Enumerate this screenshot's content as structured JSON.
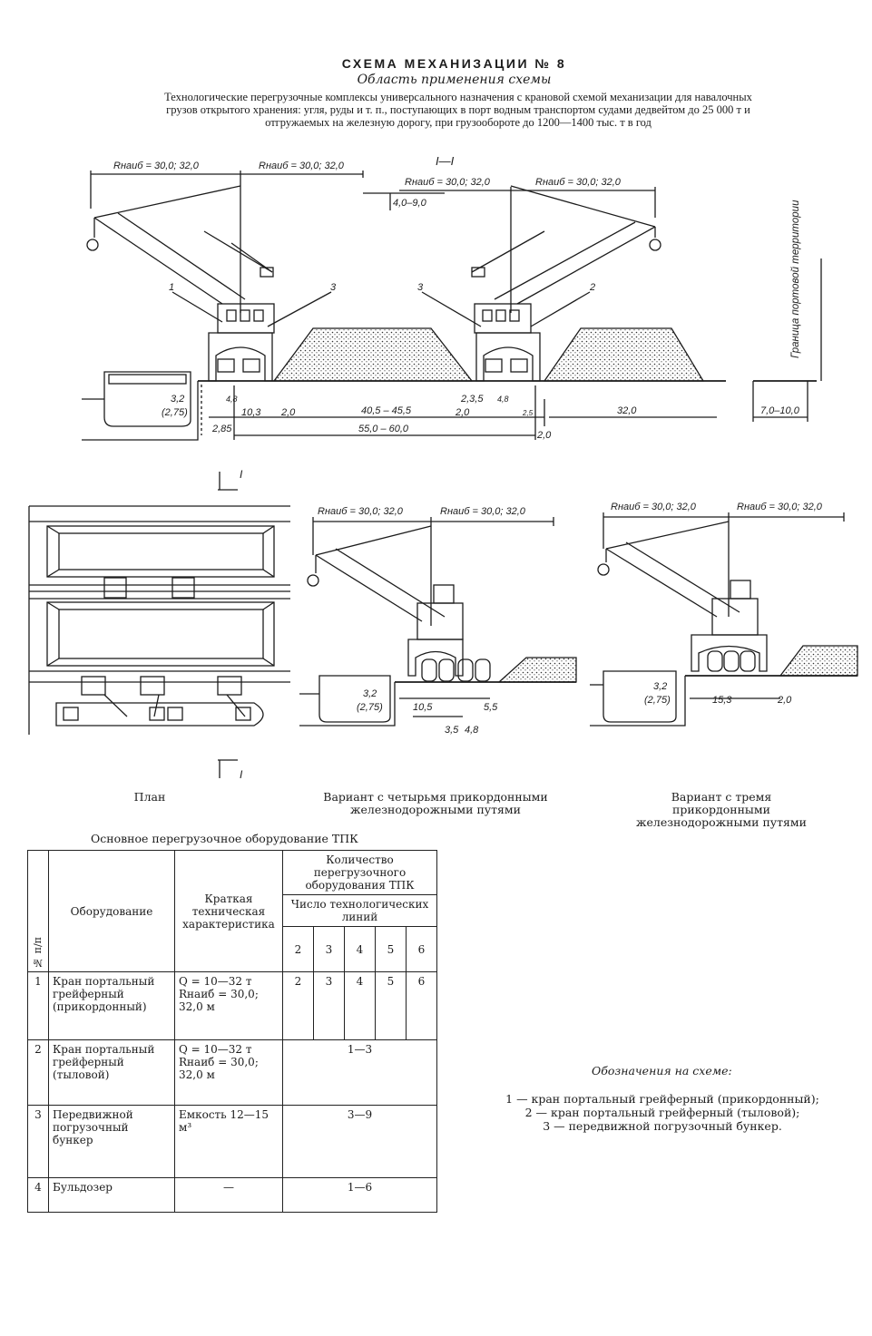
{
  "header": {
    "title": "СХЕМА МЕХАНИЗАЦИИ № 8",
    "subtitle": "Область применения схемы",
    "description": "Технологические перегрузочные комплексы универсального назначения с крановой схемой механизации для навалочных грузов открытого хранения: угля, руды и т. п., поступающих в порт водным транспортом судами дедвейтом до 25 000 т и отгружаемых на железную дорогу, при грузообороте до 1200—1400 тыс. т в год"
  },
  "drawing_labels": {
    "section": "I—I",
    "r1": "Rнаиб = 30,0; 32,0",
    "r2": "Rнаиб = 30,0; 32,0",
    "r3": "Rнаиб = 30,0; 32,0",
    "r4": "Rнаиб = 30,0; 32,0",
    "d_4_9": "4,0–9,0",
    "num1": "1",
    "num3a": "3",
    "num3b": "3",
    "num2": "2",
    "border": "Граница портовой территории",
    "d32": "3,2",
    "d275": "(2,75)",
    "d48a": "4,8",
    "d103": "10,3",
    "d20a": "2,0",
    "d405": "40,5 – 45,5",
    "d35a": "2,3,5",
    "d48b": "4,8",
    "d20b": "2,0",
    "d25": "2,5",
    "d32b": "32,0",
    "d7_10": "7,0–10,0",
    "d285": "2,85",
    "d55": "55,0 – 60,0",
    "d20c": "2,0",
    "sec1": "I",
    "sec2": "I",
    "v4_r1": "Rнаиб = 30,0; 32,0",
    "v4_r2": "Rнаиб = 30,0; 32,0",
    "v4_32": "3,2",
    "v4_275": "(2,75)",
    "v4_105": "10,5",
    "v4_55": "5,5",
    "v4_35": "3,5",
    "v4_48": "4,8",
    "v3_r1": "Rнаиб = 30,0; 32,0",
    "v3_r2": "Rнаиб = 30,0; 32,0",
    "v3_32": "3,2",
    "v3_275": "(2,75)",
    "v3_153": "15,3",
    "v3_20": "2,0"
  },
  "captions": {
    "plan": "План",
    "variant4": "Вариант с четырьмя прикордонными железнодорожными путями",
    "variant3": "Вариант с тремя прикордонными железнодорожными путями"
  },
  "table": {
    "title": "Основное перегрузочное оборудование ТПК",
    "head_num": "№ п/п",
    "head_equipment": "Оборудование",
    "head_spec": "Краткая техническая характеристика",
    "head_qty": "Количество перегрузочного оборудования ТПК",
    "head_lines": "Число технологических линий",
    "lines": [
      "2",
      "3",
      "4",
      "5",
      "6"
    ],
    "rows": [
      {
        "num": "1",
        "name": "Кран портальный грейферный (прикордонный)",
        "spec": "Q = 10—32 т Rнаиб = 30,0; 32,0 м",
        "values": [
          "2",
          "3",
          "4",
          "5",
          "6"
        ]
      },
      {
        "num": "2",
        "name": "Кран портальный грейферный (тыловой)",
        "spec": "Q = 10—32 т Rнаиб = 30,0; 32,0 м",
        "range": "1—3"
      },
      {
        "num": "3",
        "name": "Передвижной погрузочный бункер",
        "spec": "Емкость 12—15 м³",
        "range": "3—9"
      },
      {
        "num": "4",
        "name": "Бульдозер",
        "spec": "—",
        "range": "1—6"
      }
    ]
  },
  "legend": {
    "title": "Обозначения на схеме:",
    "items": [
      "1 — кран портальный грейферный (прикордонный);",
      "2 — кран портальный грейферный (тыловой);",
      "3 — передвижной погрузочный бункер."
    ]
  }
}
